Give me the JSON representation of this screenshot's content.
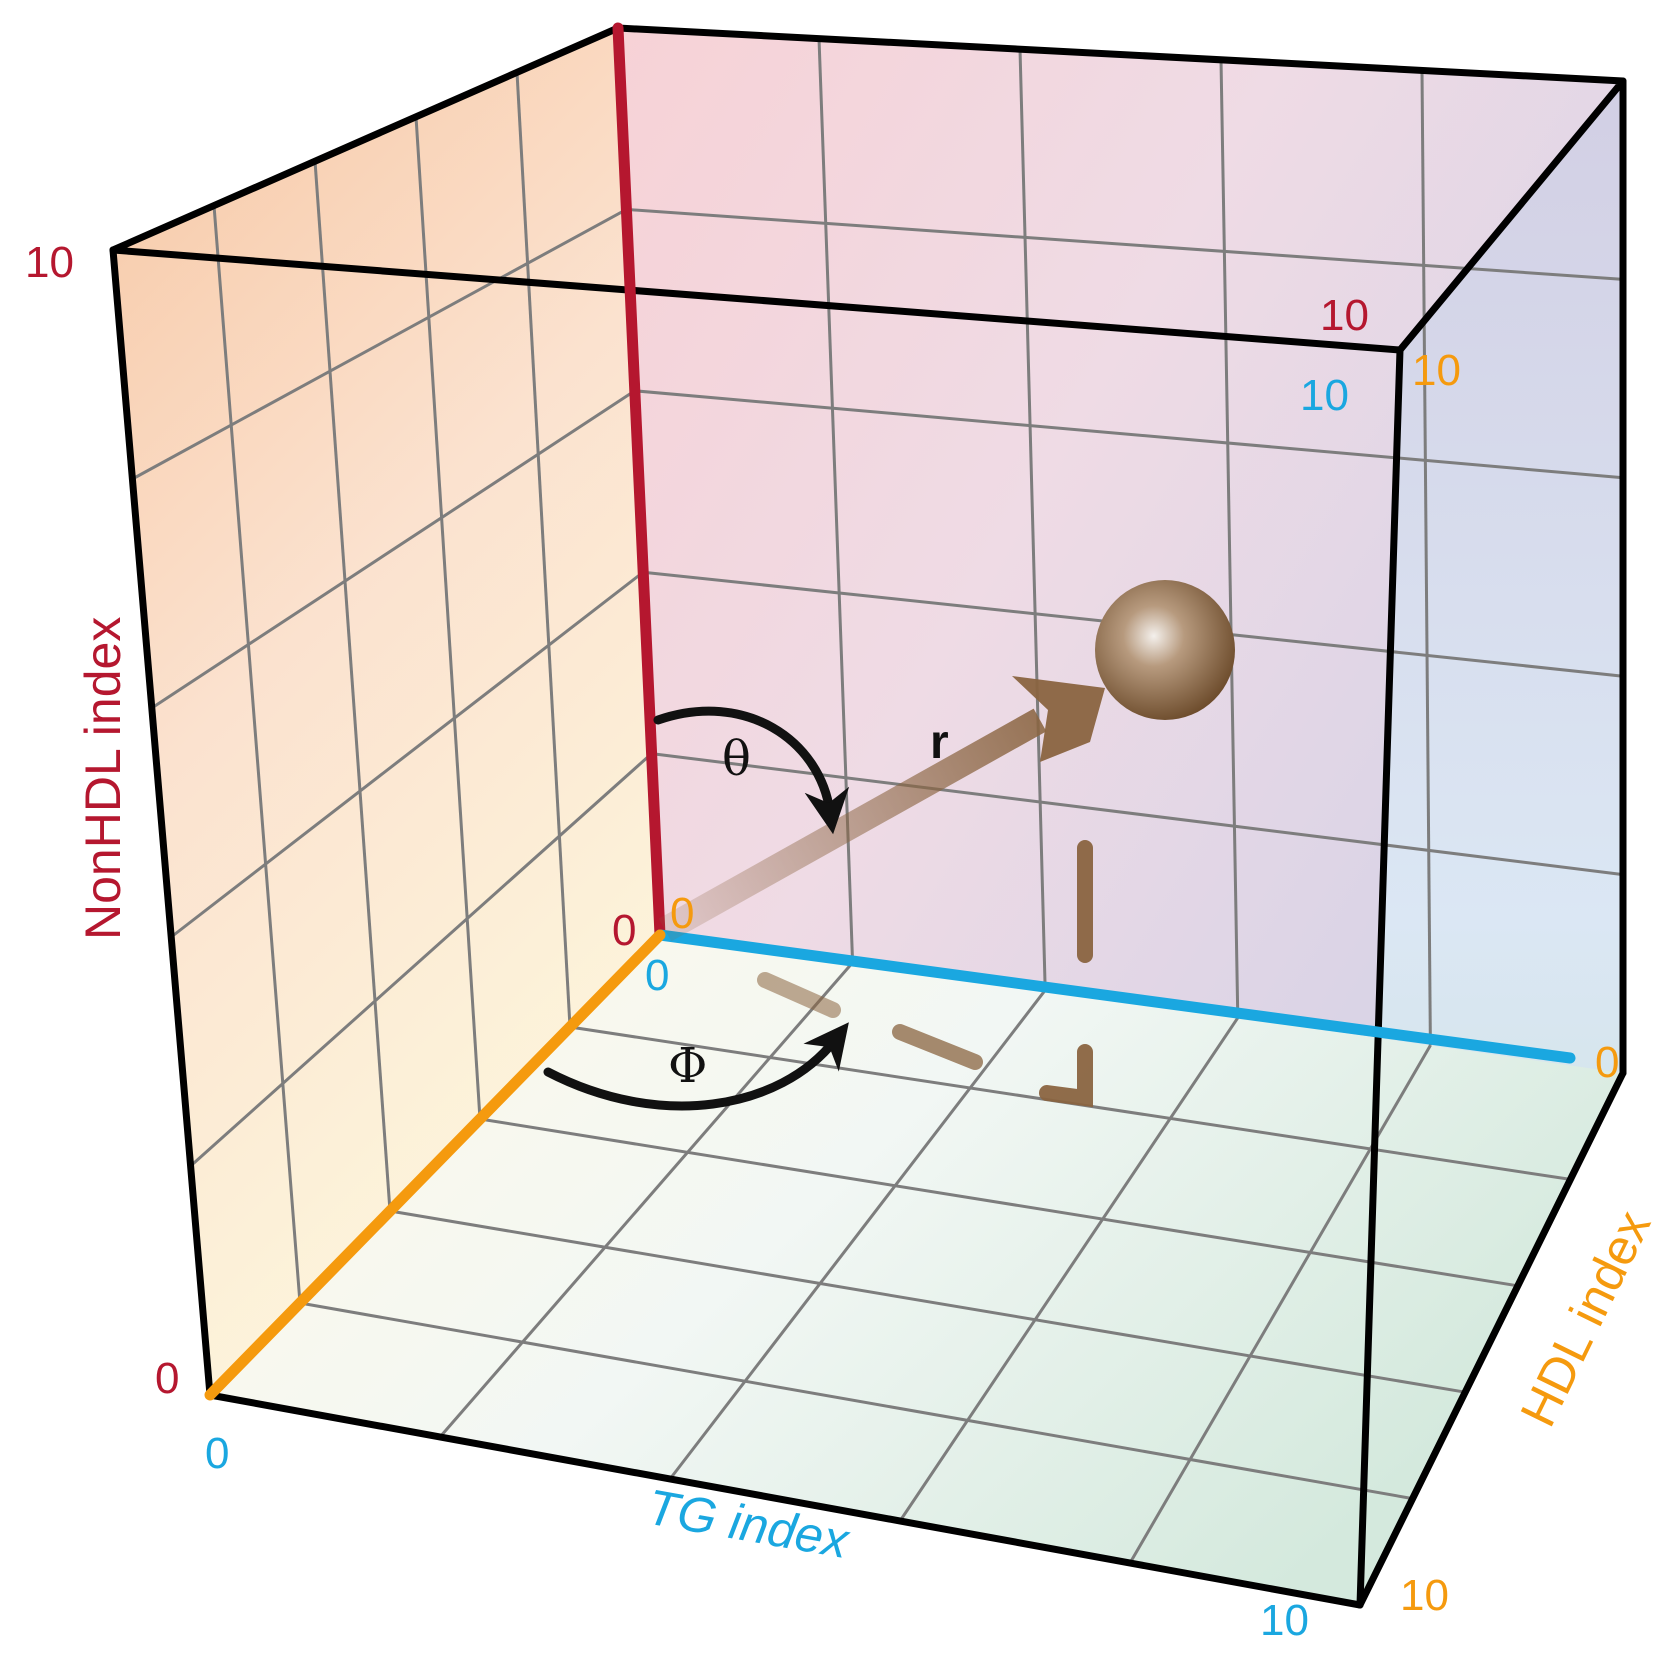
{
  "axes": {
    "nonhdl": {
      "label": "NonHDL index",
      "min": "0",
      "max": "10",
      "color": "#b5172f"
    },
    "tg": {
      "label": "TG index",
      "min": "0",
      "max": "10",
      "color": "#1aa7e0"
    },
    "hdl": {
      "label": "HDL index",
      "min": "0",
      "max": "10",
      "color": "#f59a0e"
    }
  },
  "symbols": {
    "theta": "θ",
    "phi": "Φ",
    "r": "r"
  },
  "colors": {
    "point": "#8a6440",
    "vector": "#8a6440",
    "arrows": "#111111",
    "frame": "#000000",
    "grid": "#7d7d7d"
  },
  "icons": {
    "point": "sphere-icon",
    "theta_arrow": "curved-arrow-icon",
    "phi_arrow": "curved-arrow-icon"
  }
}
